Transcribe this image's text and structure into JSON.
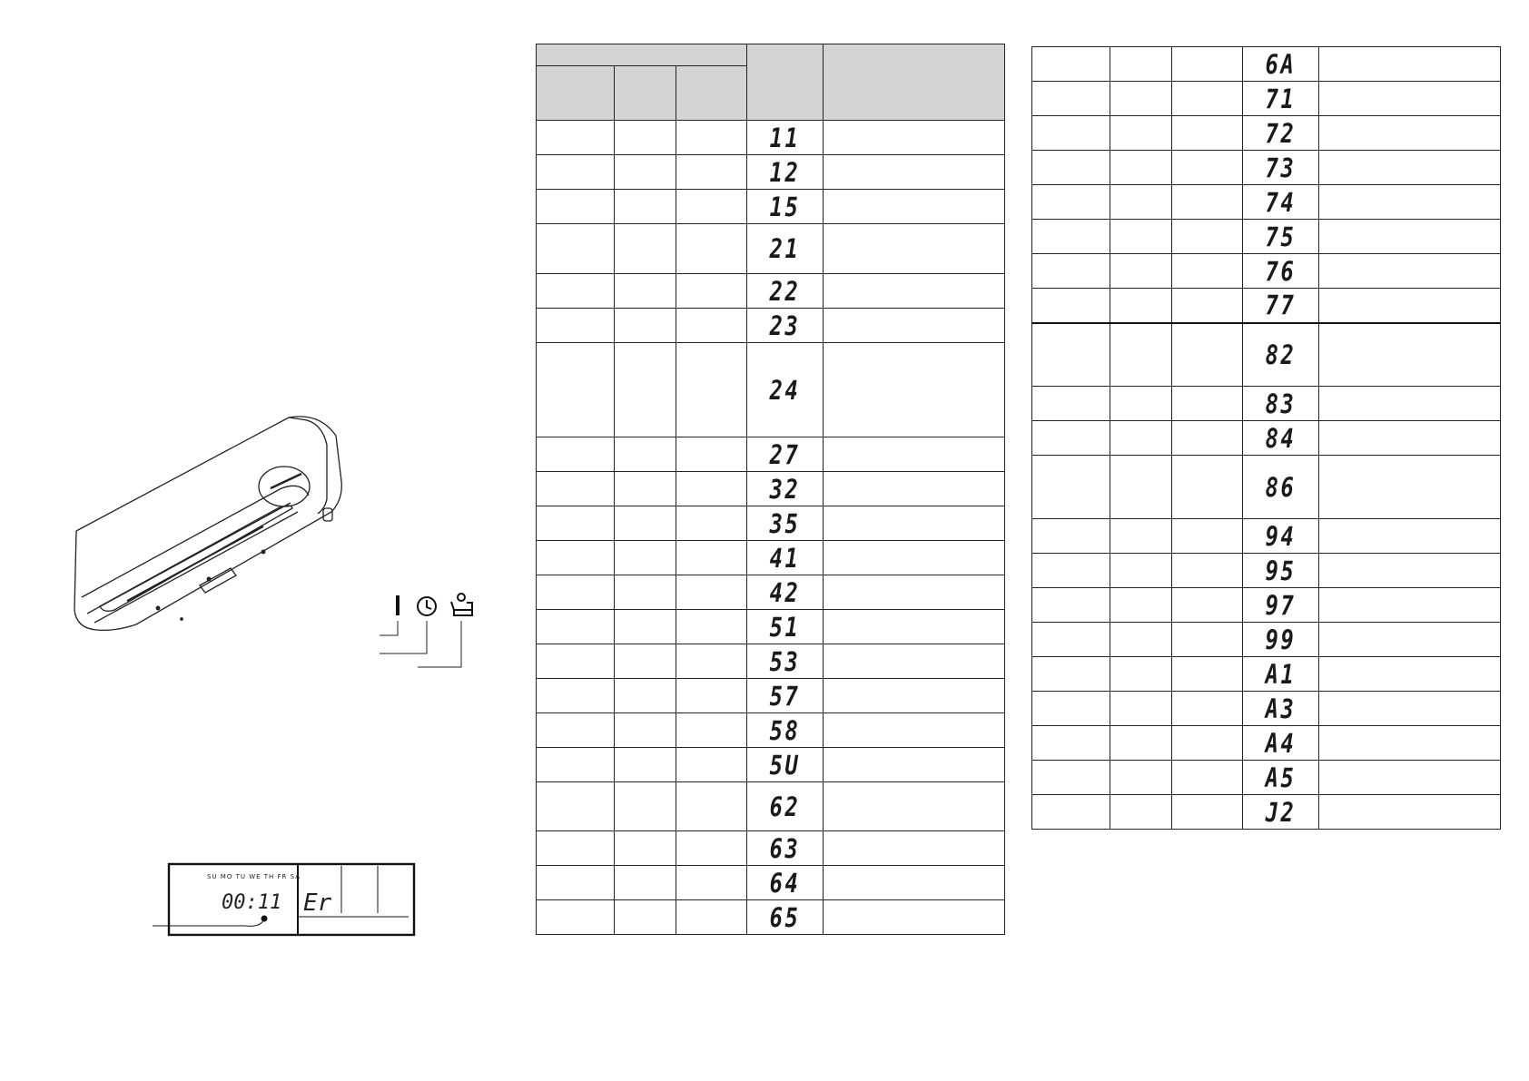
{
  "left_table": {
    "codes": [
      "11",
      "12",
      "15",
      "21",
      "22",
      "23",
      "24",
      "27",
      "32",
      "35",
      "41",
      "42",
      "51",
      "53",
      "57",
      "58",
      "5U",
      "62",
      "63",
      "64",
      "65"
    ]
  },
  "right_table": {
    "codes": [
      "6A",
      "71",
      "72",
      "73",
      "74",
      "75",
      "76",
      "77",
      "82",
      "83",
      "84",
      "86",
      "94",
      "95",
      "97",
      "99",
      "A1",
      "A3",
      "A4",
      "A5",
      "J2"
    ]
  },
  "remote_display": {
    "days": "SU MO TU WE TH FR SA",
    "time": "00:11",
    "error": "Er"
  },
  "icons": {
    "indicator_lamp": "operation-lamp-icon",
    "timer": "timer-icon",
    "filter": "filter-icon"
  }
}
